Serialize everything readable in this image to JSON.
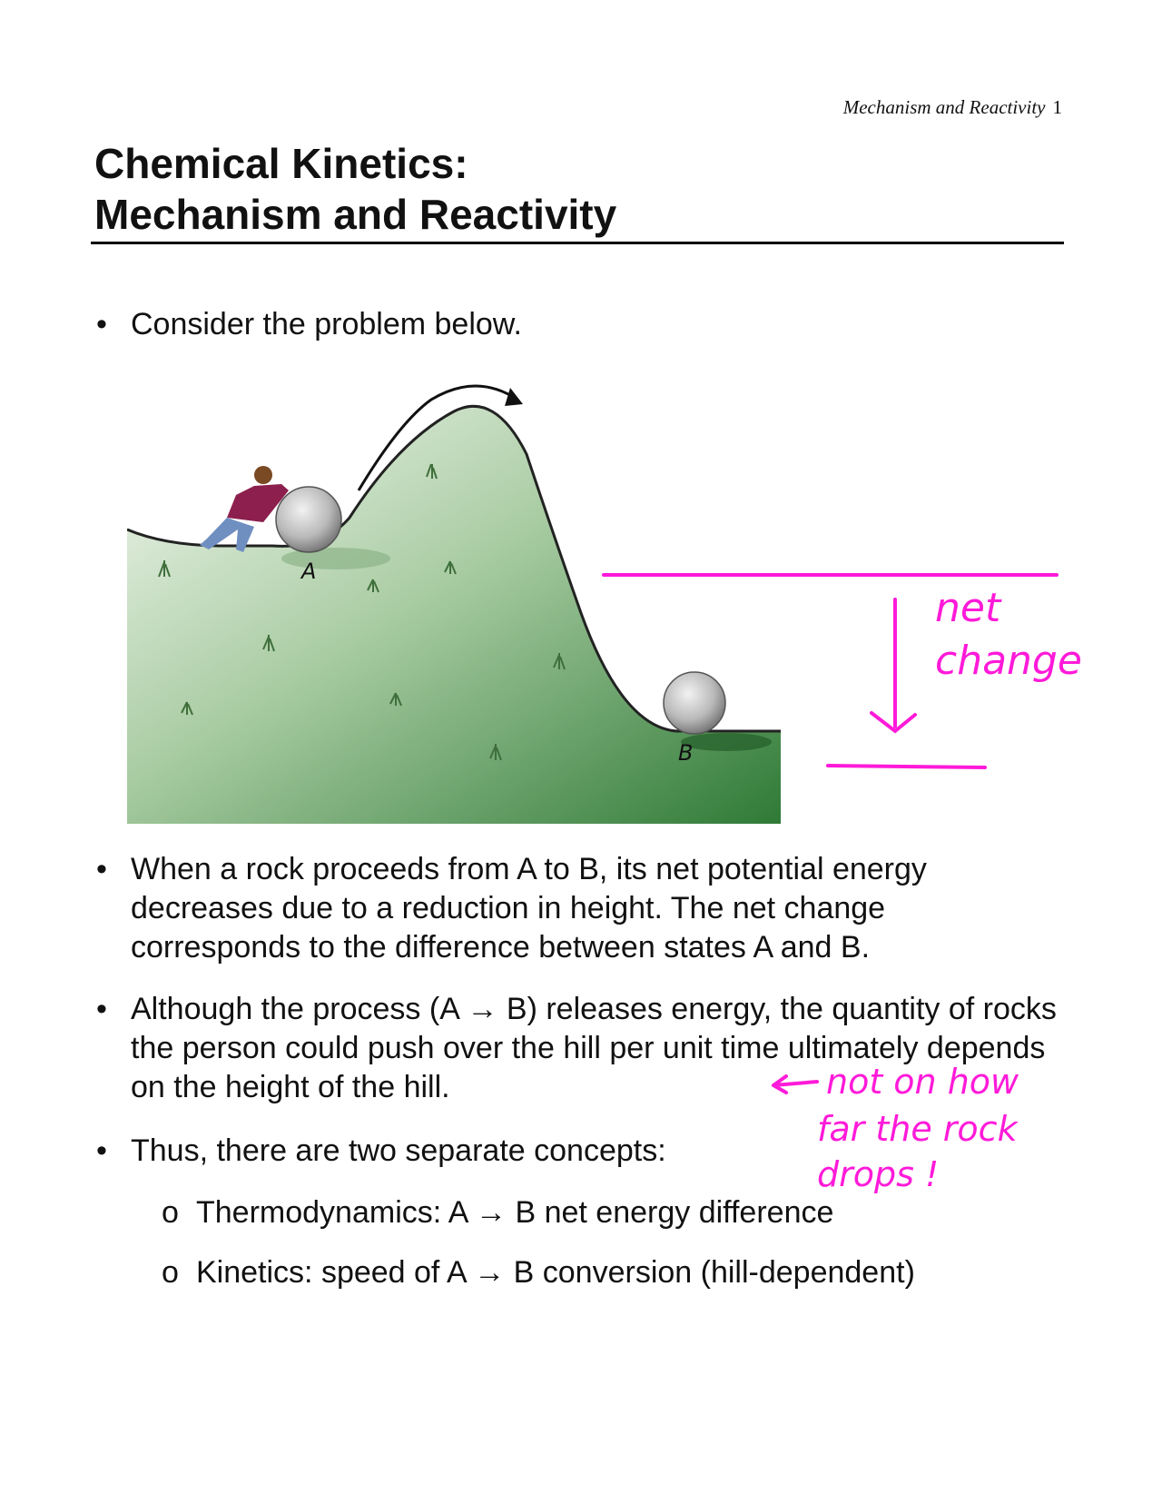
{
  "header": {
    "running_title": "Mechanism and Reactivity",
    "page_number": "1"
  },
  "title": {
    "line1": "Chemical Kinetics:",
    "line2": "Mechanism and Reactivity"
  },
  "bullet_glyph": "•",
  "sub_glyph": "o",
  "bullets": [
    "Consider the problem below.",
    "When a rock proceeds from A to B, its net potential energy decreases due to a reduction in height. The net change corresponds to the difference between states A and B.",
    "Although the process (A → B) releases energy, the quantity of rocks the person could push over the hill per unit time ultimately depends on the height of the hill.",
    "Thus, there are two separate concepts:"
  ],
  "sub_bullets": [
    "Thermodynamics: A → B net energy difference",
    "Kinetics: speed of A → B conversion (hill-dependent)"
  ],
  "figure": {
    "label_a": "A",
    "label_b": "B"
  },
  "annotations": {
    "net_change": [
      "net",
      "change"
    ],
    "side_note": [
      "not on how",
      "far the rock",
      "drops !"
    ],
    "ink_color": "#ff1ad9"
  },
  "colors": {
    "hill_light": "#f4f8f1",
    "hill_dark": "#2f7a36"
  }
}
